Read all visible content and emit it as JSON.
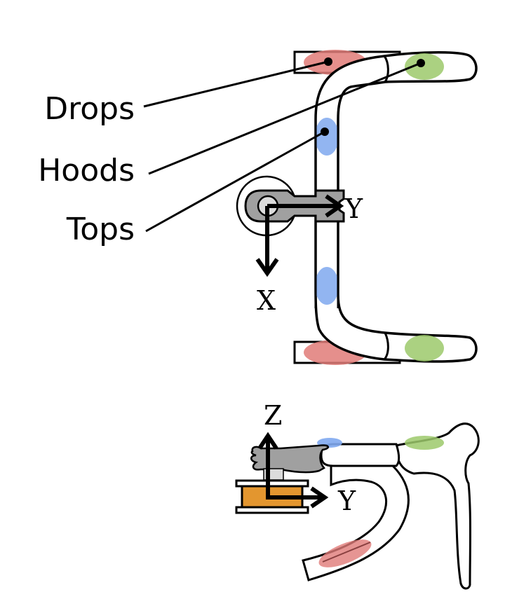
{
  "diagram": {
    "labels": {
      "drops": "Drops",
      "hoods": "Hoods",
      "tops": "Tops"
    },
    "top_view_axes": {
      "x": "X",
      "y": "Y"
    },
    "side_view_axes": {
      "z": "Z",
      "y": "Y"
    },
    "colors": {
      "drops": "#e07b78",
      "hoods": "#9cc96b",
      "tops": "#7fa8ef",
      "stem": "#a0a0a0",
      "stem_light": "#dcdcdc",
      "mount": "#e3962f",
      "outline": "#000000"
    }
  }
}
